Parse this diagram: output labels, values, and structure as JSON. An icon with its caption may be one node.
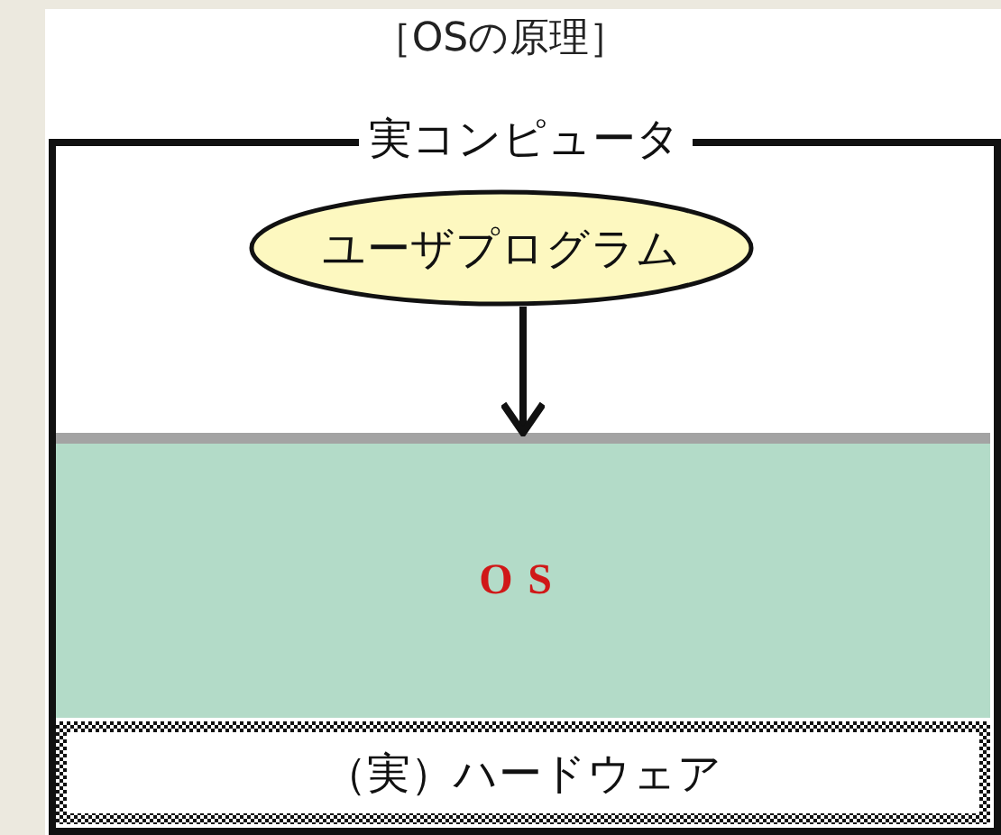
{
  "diagram": {
    "title": "［OSの原理］",
    "nodes": [
      {
        "text": [
          "実コンピュータ"
        ]
      },
      {
        "text": [
          "ユーザプログラム"
        ],
        "in": 0
      },
      {
        "text": [
          "OS"
        ],
        "in": 0
      },
      {
        "text": [
          "（実）ハードウェア"
        ],
        "in": 0
      }
    ],
    "edges": [
      {
        "from": 1,
        "to": 2,
        "arrow": "to"
      }
    ]
  }
}
